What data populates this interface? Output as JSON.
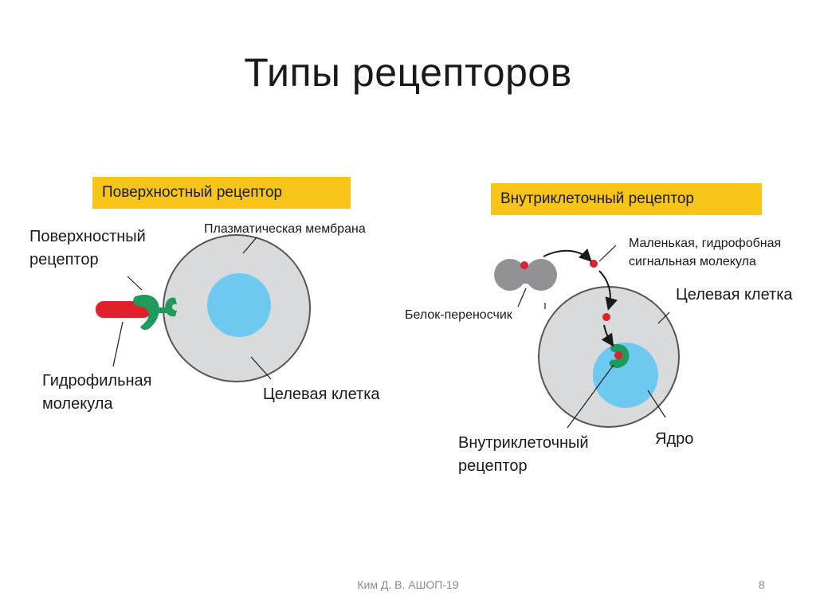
{
  "slide": {
    "title": "Типы рецепторов"
  },
  "left_panel": {
    "header": "Поверхностный рецептор",
    "label_surface_receptor_1": "Поверхностный",
    "label_surface_receptor_2": "рецептор",
    "label_membrane": "Плазматическая мембрана",
    "label_hydrophilic_1": "Гидрофильная",
    "label_hydrophilic_2": "молекула",
    "label_target_cell": "Целевая клетка"
  },
  "right_panel": {
    "header": "Внутриклеточный рецептор",
    "label_small_molecule_1": "Маленькая, гидрофобная",
    "label_small_molecule_2": "сигнальная молекула",
    "label_target_cell": "Целевая клетка",
    "label_carrier": "Белок-переносчик",
    "label_intracellular_1": "Внутриклеточный",
    "label_intracellular_2": "рецептор",
    "label_nucleus": "Ядро"
  },
  "colors": {
    "header_bg": "#f7c41a",
    "cell_fill": "#d8dadb",
    "cell_stroke": "#555555",
    "nucleus": "#6ec9f0",
    "receptor_green": "#1f9a5a",
    "ligand_red": "#e0202a",
    "carrier_gray": "#8f9194"
  },
  "footer": {
    "author": "Ким Д. В. АШОП-19",
    "page_number": "8"
  }
}
